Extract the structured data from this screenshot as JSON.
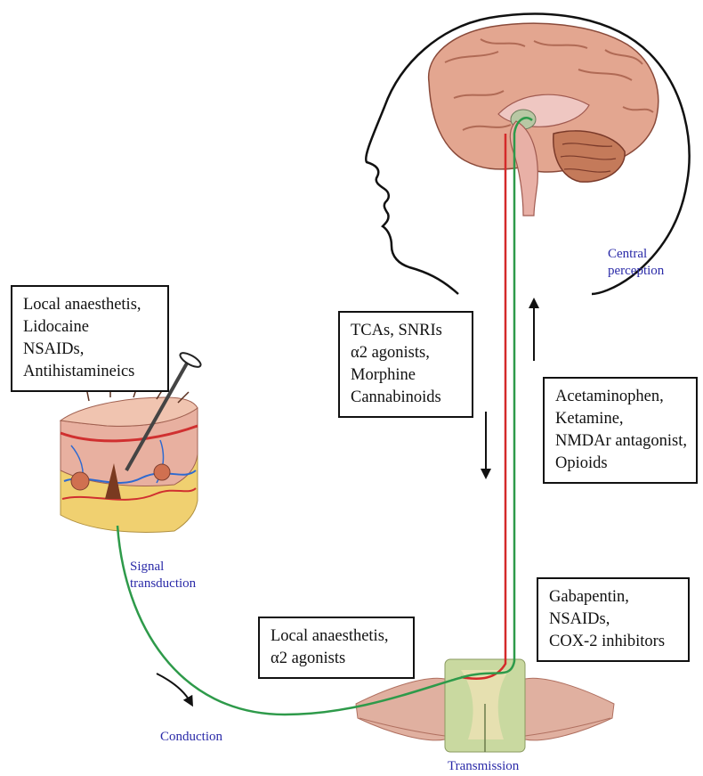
{
  "boxes": {
    "peripheral_drugs": [
      "Local anaesthetis,",
      "Lidocaine",
      "NSAIDs,",
      "Antihistamineics"
    ],
    "descending_drugs": [
      "TCAs, SNRIs",
      "α2 agonists,",
      "Morphine",
      "Cannabinoids"
    ],
    "ascending_drugs": [
      "Acetaminophen,",
      "Ketamine,",
      "NMDAr antagonist,",
      "Opioids"
    ],
    "spinal_drugs": [
      "Gabapentin,",
      "NSAIDs,",
      "COX-2 inhibitors"
    ],
    "conduction_drugs": [
      "Local anaesthetis,",
      "α2 agonists"
    ]
  },
  "stages": {
    "central_perception": [
      "Central",
      "perception"
    ],
    "signal_transduction": [
      "Signal",
      "transduction"
    ],
    "conduction": "Conduction",
    "transmission": "Transmission"
  },
  "colors": {
    "ascending_pathway": "#2e9a4a",
    "descending_pathway": "#d42a2a",
    "stage_label": "#2a2aa8",
    "brain": "#e3a690",
    "spinal_cord": "#d8e6b0",
    "nerve_roots": "#e0b0a0"
  }
}
